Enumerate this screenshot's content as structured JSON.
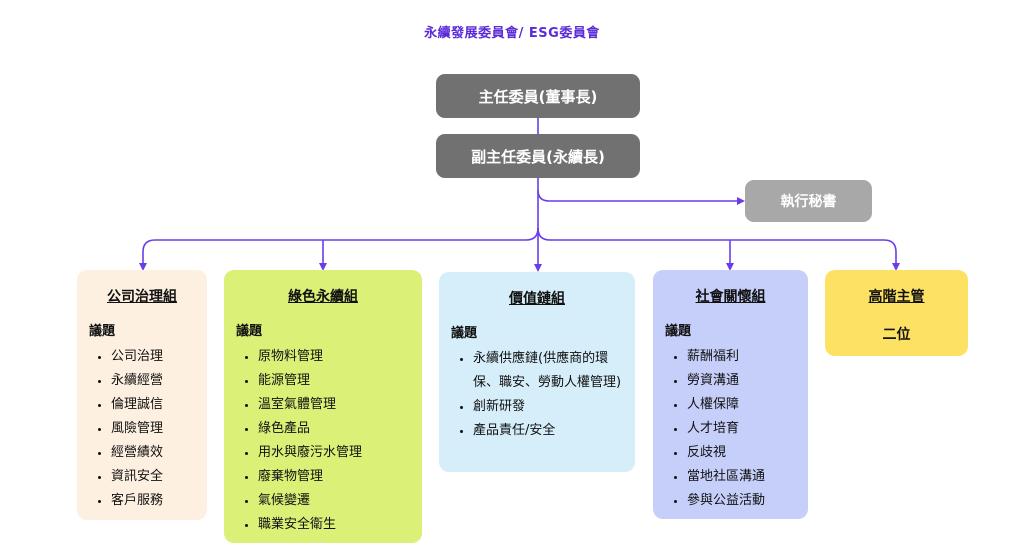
{
  "title": "永續發展委員會/  ESG委員會",
  "roles": {
    "chair": "主任委員(董事長)",
    "vice": "副主任委員(永續長)",
    "secretary": "執行秘書"
  },
  "groups": [
    {
      "title": "公司治理組",
      "subtitle": "議題",
      "items": [
        "公司治理",
        "永續經營",
        "倫理誠信",
        "風險管理",
        "經營績效",
        "資訊安全",
        "客戶服務"
      ],
      "color": "#fdf0e1"
    },
    {
      "title": "綠色永續組",
      "subtitle": "議題",
      "items": [
        "原物料管理",
        "能源管理",
        "溫室氣體管理",
        "綠色產品",
        "用水與廢污水管理",
        "廢棄物管理",
        "氣候變遷",
        "職業安全衛生"
      ],
      "color": "#daf077"
    },
    {
      "title": "價值鏈組",
      "subtitle": "議題",
      "items": [
        "永續供應鏈(供應商的環保、職安、勞動人權管理)",
        "創新研發",
        "產品責任/安全"
      ],
      "color": "#d5eef9"
    },
    {
      "title": "社會關懷組",
      "subtitle": "議題",
      "items": [
        "薪酬福利",
        "勞資溝通",
        "人權保障",
        "人才培育",
        "反歧視",
        "當地社區溝通",
        "參與公益活動"
      ],
      "color": "#c6cffa"
    },
    {
      "title": "高階主管",
      "value": "二位",
      "color": "#fde163"
    }
  ],
  "colors": {
    "title": "#5b2bd8",
    "connector": "#6a3de8",
    "role_box": "#717171",
    "secretary_box": "#a8a8a8"
  }
}
